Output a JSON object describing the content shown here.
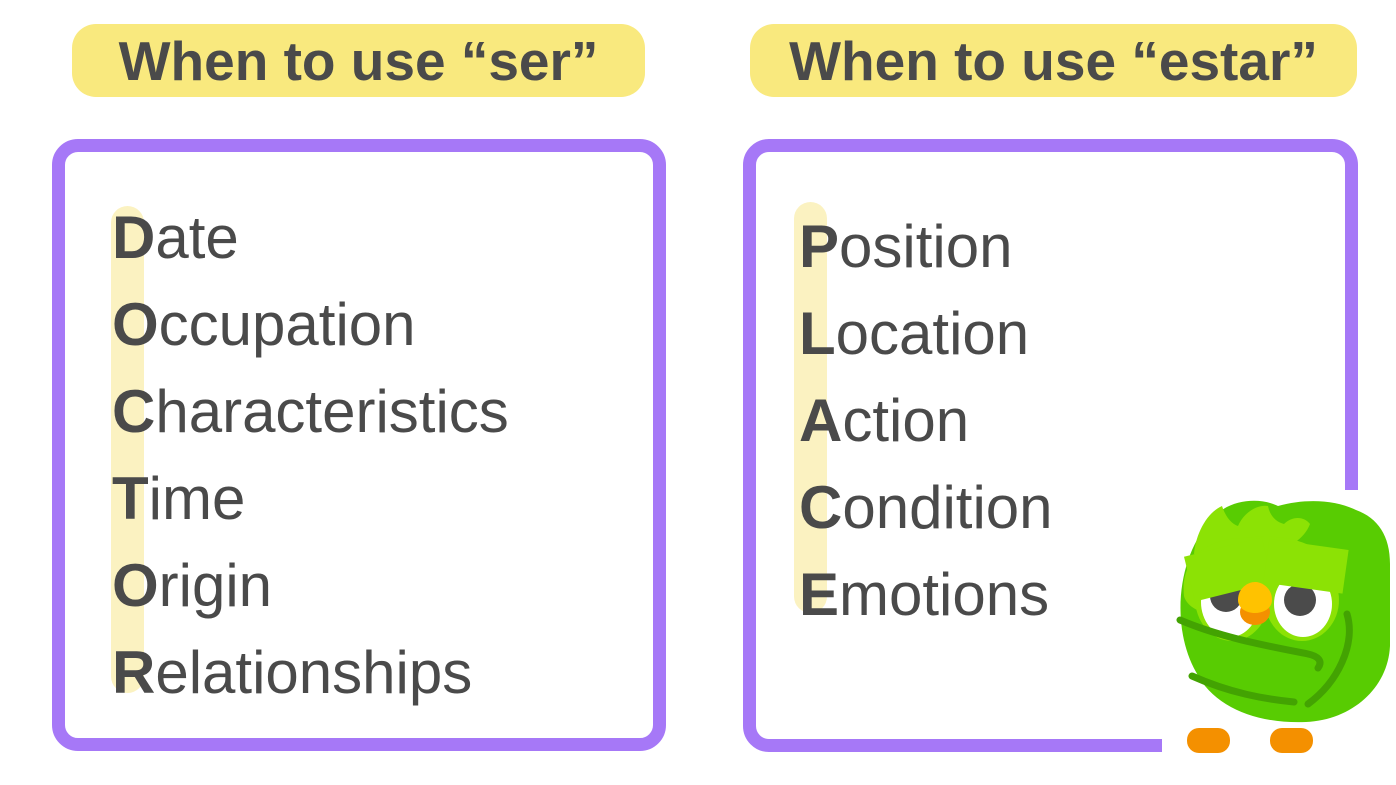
{
  "colors": {
    "purple_border": "#a678f7",
    "badge_yellow": "#f9e97e",
    "strip_pale_yellow": "#fbf2c1",
    "text_gray": "#4a4a4a",
    "duo_body_green": "#58cc02",
    "duo_light_green": "#8ce205",
    "duo_line_green": "#43a302",
    "beak_yellow": "#ffc200",
    "beak_feet_orange": "#f49000",
    "background": "#ffffff"
  },
  "left_panel": {
    "title": "When to use “ser”",
    "acronym": "DOCTOR",
    "items": [
      {
        "initial": "D",
        "rest": "ate"
      },
      {
        "initial": "O",
        "rest": "ccupation"
      },
      {
        "initial": "C",
        "rest": "haracteristics"
      },
      {
        "initial": "T",
        "rest": "ime"
      },
      {
        "initial": "O",
        "rest": "rigin"
      },
      {
        "initial": "R",
        "rest": "elationships"
      }
    ]
  },
  "right_panel": {
    "title": "When to use “estar”",
    "acronym": "PLACE",
    "items": [
      {
        "initial": "P",
        "rest": "osition"
      },
      {
        "initial": "L",
        "rest": "ocation"
      },
      {
        "initial": "A",
        "rest": "ction"
      },
      {
        "initial": "C",
        "rest": "ondition"
      },
      {
        "initial": "E",
        "rest": "motions"
      }
    ]
  },
  "mascot": {
    "name": "duolingo-owl"
  }
}
